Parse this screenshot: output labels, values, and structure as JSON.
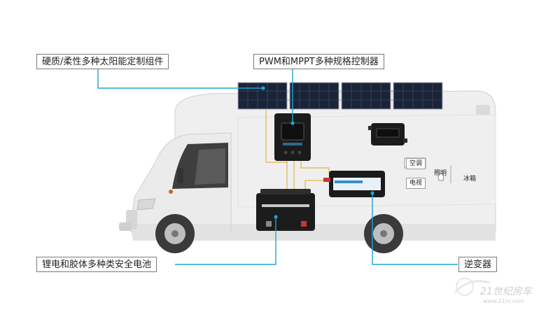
{
  "callouts": {
    "solar_panel": "硬质/柔性多种太阳能定制组件",
    "controller": "PWM和MPPT多种规格控制器",
    "battery": "锂电和胶体多种类安全电池",
    "inverter": "逆变器"
  },
  "appliances": {
    "air_conditioner": "空调",
    "tv": "电视",
    "lighting": "照明",
    "fridge": "冰箱"
  },
  "colors": {
    "leader_line": "#1aa5d6",
    "wire": "#e8b24a",
    "rv_body": "#ededed",
    "panel": "#1a2438"
  },
  "watermark": "21世纪房车",
  "watermark_url": "www.21rv.com"
}
